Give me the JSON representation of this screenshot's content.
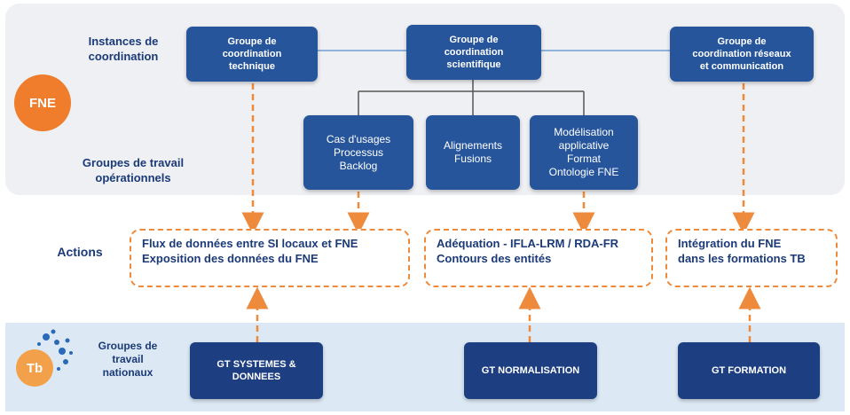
{
  "fne_label": "FNE",
  "tb_label": "Tb",
  "labels": {
    "instances": "Instances de\ncoordination",
    "groupes_op": "Groupes de travail\nopérationnels",
    "actions": "Actions",
    "groupes_nat": "Groupes\nde travail\nnationaux"
  },
  "coordination": {
    "technique": "Groupe de\ncoordination\ntechnique",
    "scientifique": "Groupe de\ncoordination\nscientifique",
    "reseaux": "Groupe de\ncoordination réseaux\net communication"
  },
  "operational": {
    "cas": "Cas d'usages\nProcessus\nBacklog",
    "alignements": "Alignements\nFusions",
    "modelisation": "Modélisation\napplicative\nFormat\nOntologie FNE"
  },
  "actions": {
    "flux": "Flux de données entre SI locaux et FNE\nExposition des données du FNE",
    "adequation": "Adéquation - IFLA-LRM / RDA-FR\nContours des entités",
    "integration": "Intégration du FNE\ndans les formations TB"
  },
  "national": {
    "systemes": "GT SYSTEMES &\nDONNEES",
    "normalisation": "GT NORMALISATION",
    "formation": "GT FORMATION"
  },
  "colors": {
    "box": "#26559c",
    "orange": "#ef7d2b",
    "dash": "#ee8a3c",
    "label": "#1b3a78"
  }
}
